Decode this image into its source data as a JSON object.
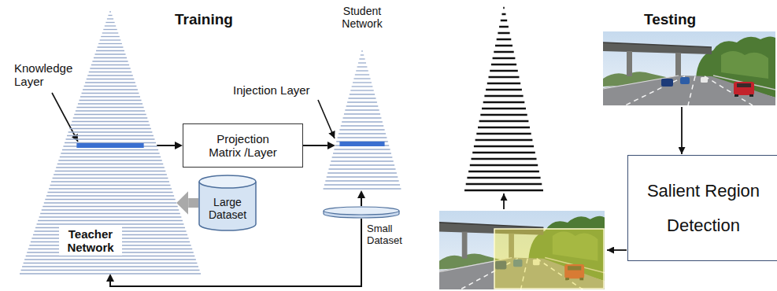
{
  "diagram": {
    "nodes": [
      {
        "text": [
          "Teacher Network"
        ]
      },
      {
        "text": [
          "Large Dataset"
        ]
      },
      {
        "text": [
          "Projection Matrix /Layer"
        ]
      },
      {
        "text": [
          "Student Network"
        ]
      },
      {
        "text": [
          "Small Dataset"
        ]
      },
      {
        "text": [
          "Salient Region Detection"
        ]
      }
    ],
    "edges": [
      {
        "from": 0,
        "to": 2,
        "arrow": "to"
      },
      {
        "from": 2,
        "to": 3,
        "arrow": "to"
      },
      {
        "from": 1,
        "to": 0,
        "arrow": "to"
      },
      {
        "from": 4,
        "to": 3,
        "arrow": "to"
      },
      {
        "from": 4,
        "to": 0,
        "arrow": "to"
      }
    ],
    "labels": [
      "Training",
      "Knowledge Layer",
      "Injection Layer",
      "Testing"
    ]
  }
}
